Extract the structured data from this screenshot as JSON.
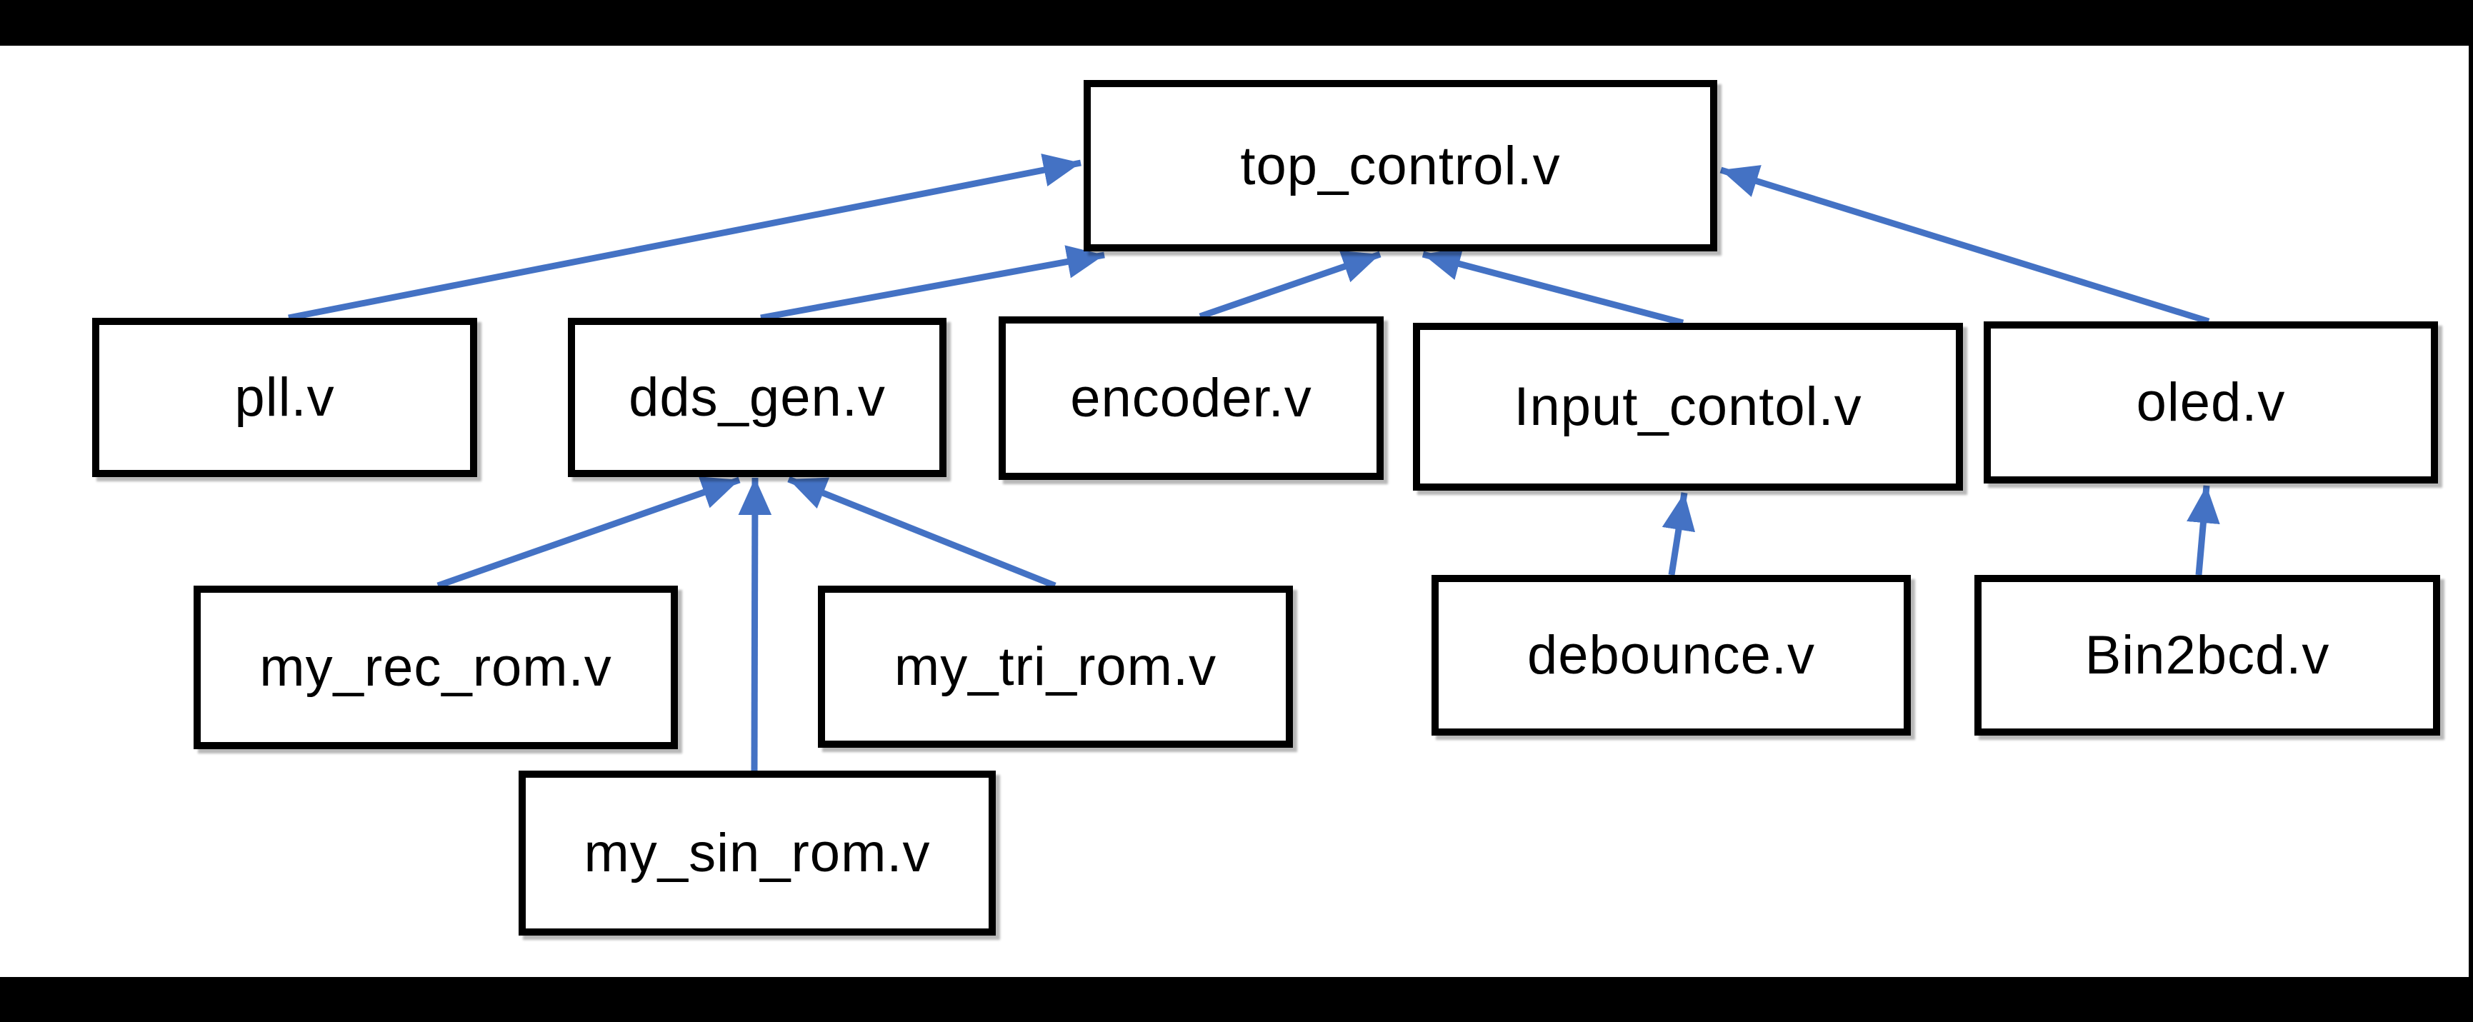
{
  "diagram": {
    "colors": {
      "arrow": "#4472C4",
      "node_border": "#000000",
      "node_fill": "#FFFFFF",
      "canvas": "#FFFFFF",
      "frame": "#000000",
      "text": "#000000"
    },
    "nodes": {
      "top_control": {
        "label": "top_control.v"
      },
      "pll": {
        "label": "pll.v"
      },
      "dds_gen": {
        "label": "dds_gen.v"
      },
      "encoder": {
        "label": "encoder.v"
      },
      "input_contol": {
        "label": "Input_contol.v"
      },
      "oled": {
        "label": "oled.v"
      },
      "my_rec_rom": {
        "label": "my_rec_rom.v"
      },
      "my_sin_rom": {
        "label": "my_sin_rom.v"
      },
      "my_tri_rom": {
        "label": "my_tri_rom.v"
      },
      "debounce": {
        "label": "debounce.v"
      },
      "bin2bcd": {
        "label": "Bin2bcd.v"
      }
    },
    "edges": [
      {
        "from": "pll.v",
        "to": "top_control.v"
      },
      {
        "from": "dds_gen.v",
        "to": "top_control.v"
      },
      {
        "from": "encoder.v",
        "to": "top_control.v"
      },
      {
        "from": "Input_contol.v",
        "to": "top_control.v"
      },
      {
        "from": "oled.v",
        "to": "top_control.v"
      },
      {
        "from": "my_rec_rom.v",
        "to": "dds_gen.v"
      },
      {
        "from": "my_sin_rom.v",
        "to": "dds_gen.v"
      },
      {
        "from": "my_tri_rom.v",
        "to": "dds_gen.v"
      },
      {
        "from": "debounce.v",
        "to": "Input_contol.v"
      },
      {
        "from": "Bin2bcd.v",
        "to": "oled.v"
      }
    ]
  }
}
